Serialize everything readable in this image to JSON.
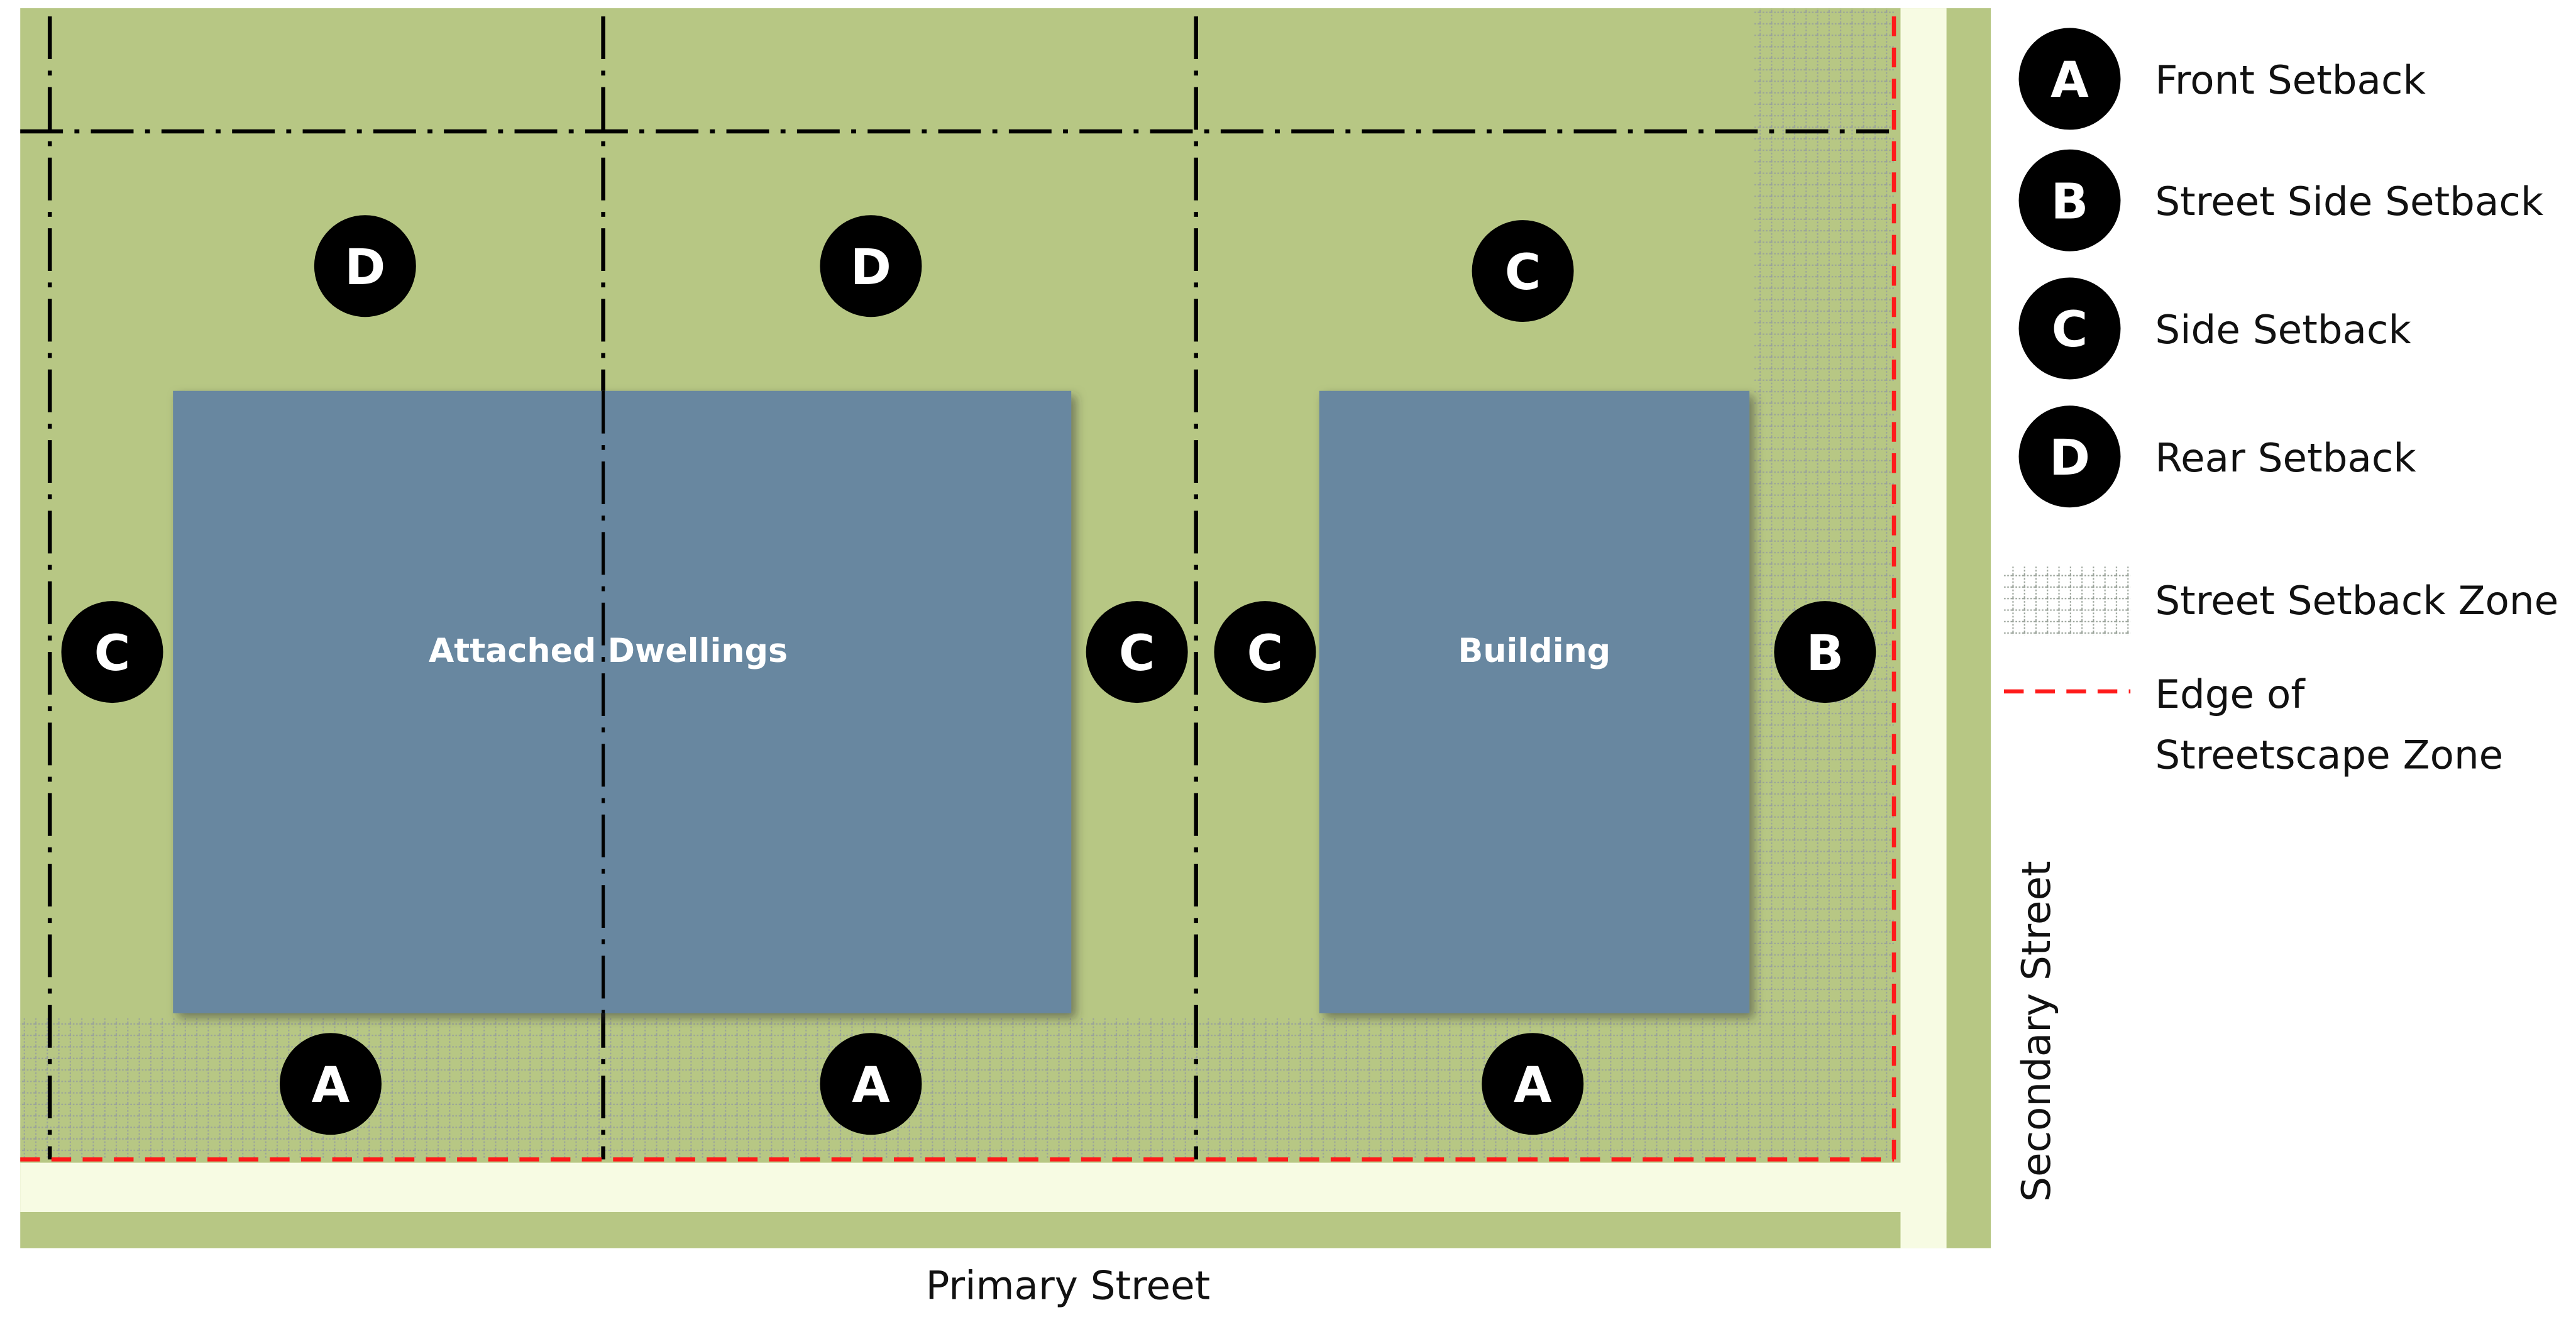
{
  "diagram": {
    "buildings": [
      {
        "label": "Attached Dwellings"
      },
      {
        "label": "Building"
      }
    ],
    "markers": [
      {
        "letter": "D",
        "zone": "rear-left"
      },
      {
        "letter": "D",
        "zone": "rear-middle"
      },
      {
        "letter": "C",
        "zone": "rear-right"
      },
      {
        "letter": "C",
        "zone": "side-left"
      },
      {
        "letter": "C",
        "zone": "side-middle-left"
      },
      {
        "letter": "C",
        "zone": "side-middle-right"
      },
      {
        "letter": "B",
        "zone": "street-side"
      },
      {
        "letter": "A",
        "zone": "front-left"
      },
      {
        "letter": "A",
        "zone": "front-middle"
      },
      {
        "letter": "A",
        "zone": "front-right"
      }
    ],
    "streets": {
      "primary": "Primary Street",
      "secondary": "Secondary Street"
    }
  },
  "legend": {
    "items": [
      {
        "letter": "A",
        "label": "Front Setback"
      },
      {
        "letter": "B",
        "label": "Street Side Setback"
      },
      {
        "letter": "C",
        "label": "Side Setback"
      },
      {
        "letter": "D",
        "label": "Rear Setback"
      }
    ],
    "hatch_label": "Street Setback Zone",
    "edge_label_line1": "Edge of",
    "edge_label_line2": "Streetscape Zone"
  },
  "colors": {
    "lawn": "#b7c784",
    "street": "#f7fbe3",
    "building": "#6887a0",
    "edge": "#ff1a1a",
    "marker": "#000000"
  }
}
